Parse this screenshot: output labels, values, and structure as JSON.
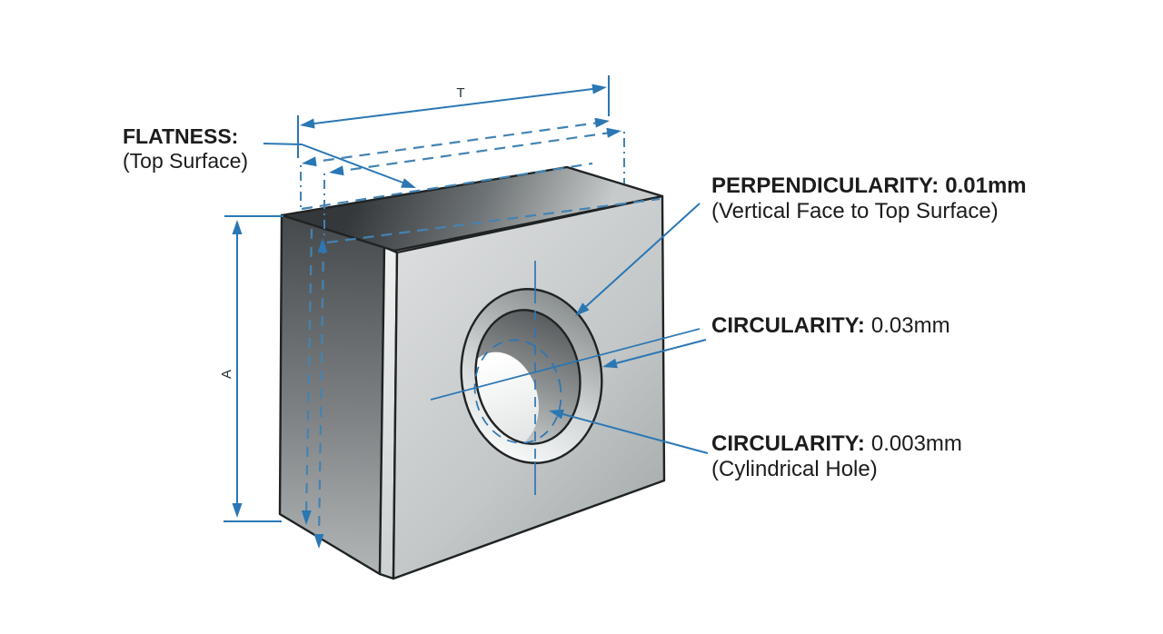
{
  "diagram": {
    "dimension_labels": {
      "top": "T",
      "left": "A"
    },
    "callouts": {
      "flatness": {
        "title": "FLATNESS:",
        "subtitle": "(Top Surface)"
      },
      "perpendicularity": {
        "title": "PERPENDICULARITY:",
        "value": "0.01mm",
        "subtitle": "(Vertical Face to Top Surface)"
      },
      "circularity_outer": {
        "title": "CIRCULARITY:",
        "value": "0.03mm"
      },
      "circularity_hole": {
        "title": "CIRCULARITY:",
        "value": "0.003mm",
        "subtitle": "(Cylindrical Hole)"
      }
    },
    "colors": {
      "annotation_blue": "#2b77b4",
      "dashed_blue": "#4483b2",
      "edge_black": "#1f2324",
      "text": "#1c1c1e",
      "background": "#ffffff"
    }
  }
}
